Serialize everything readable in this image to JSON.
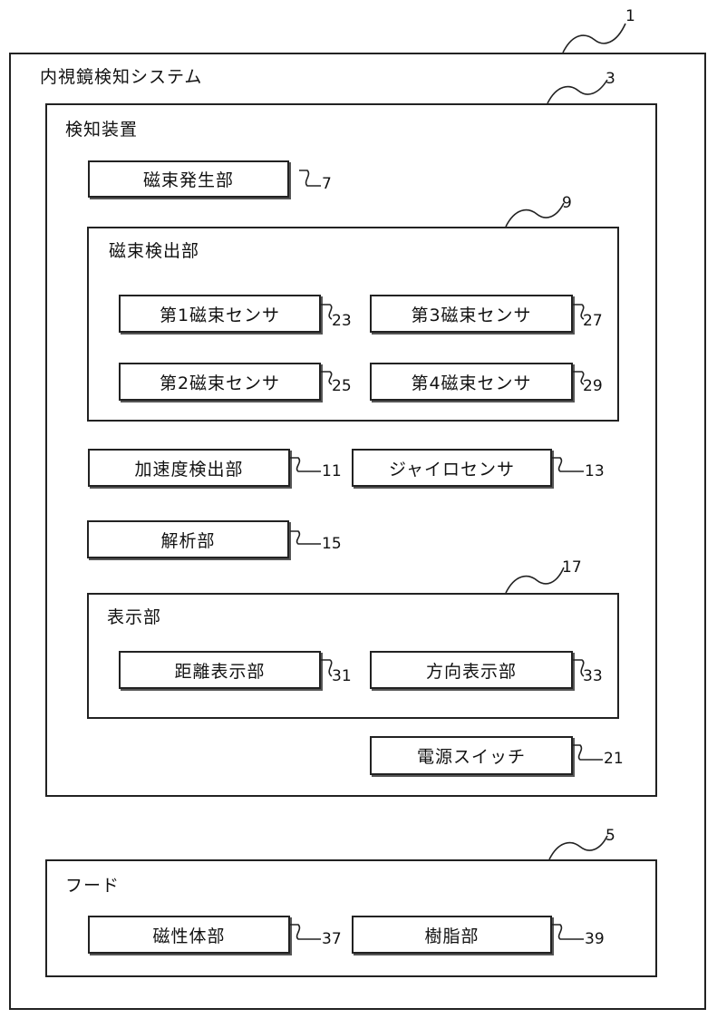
{
  "system": {
    "title": "内視鏡検知システム",
    "ref": "1"
  },
  "detector": {
    "title": "検知装置",
    "ref": "3",
    "magnetic_generator": {
      "label": "磁束発生部",
      "ref": "7"
    },
    "magnetic_detection": {
      "title": "磁束検出部",
      "ref": "9",
      "sensors": [
        {
          "label": "第1磁束センサ",
          "ref": "23"
        },
        {
          "label": "第3磁束センサ",
          "ref": "27"
        },
        {
          "label": "第2磁束センサ",
          "ref": "25"
        },
        {
          "label": "第4磁束センサ",
          "ref": "29"
        }
      ]
    },
    "acceleration": {
      "label": "加速度検出部",
      "ref": "11"
    },
    "gyro": {
      "label": "ジャイロセンサ",
      "ref": "13"
    },
    "analysis": {
      "label": "解析部",
      "ref": "15"
    },
    "display": {
      "title": "表示部",
      "ref": "17",
      "distance": {
        "label": "距離表示部",
        "ref": "31"
      },
      "direction": {
        "label": "方向表示部",
        "ref": "33"
      }
    },
    "power_switch": {
      "label": "電源スイッチ",
      "ref": "21"
    }
  },
  "hood": {
    "title": "フード",
    "ref": "5",
    "magnetic_body": {
      "label": "磁性体部",
      "ref": "37"
    },
    "resin": {
      "label": "樹脂部",
      "ref": "39"
    }
  }
}
